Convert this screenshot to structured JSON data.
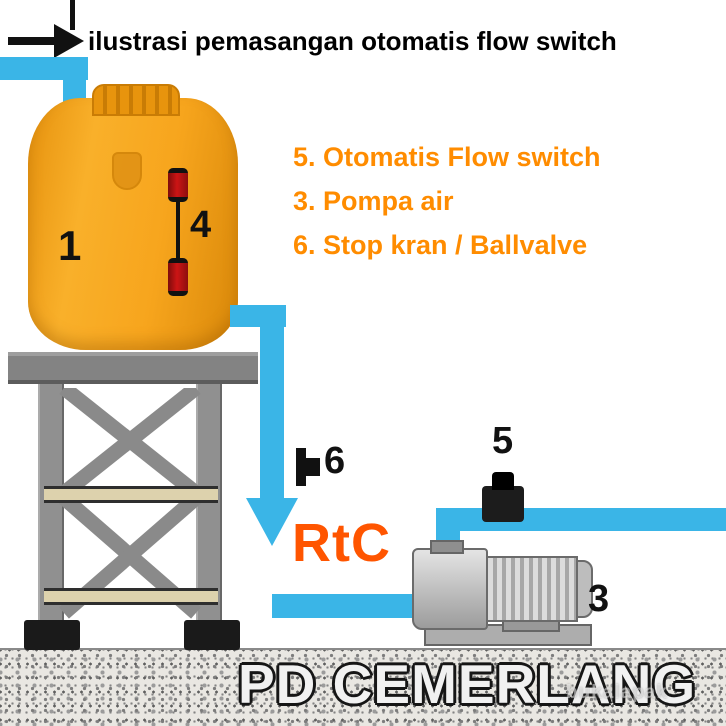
{
  "title": "ilustrasi pemasangan otomatis flow switch",
  "legend": {
    "items": [
      "5. Otomatis Flow switch",
      "3. Pompa air",
      "6. Stop kran / Ballvalve"
    ]
  },
  "labels": {
    "tank": "1",
    "float_switch": "4",
    "valve": "6",
    "flow_switch": "5",
    "pump": "3"
  },
  "rtc_text": "RtC",
  "watermark": {
    "main": "PD CEMERLANG",
    "faint": "bukalapak"
  },
  "colors": {
    "pipe_blue": "#3ab5e7",
    "tank_orange": "#f6a71f",
    "legend_orange": "#ff8c00",
    "rtc_orange": "#ff5500",
    "float_red": "#cc1515",
    "stand_gray": "#838383"
  }
}
